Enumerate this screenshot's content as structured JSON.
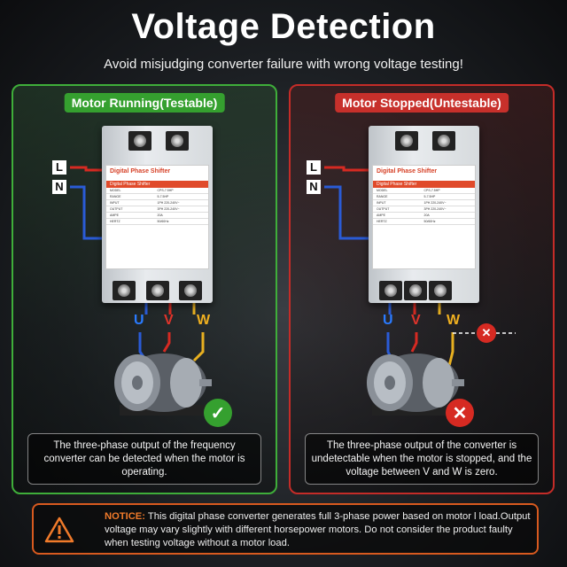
{
  "header": {
    "title": "Voltage Detection",
    "subtitle": "Avoid misjudging converter failure with wrong voltage testing!"
  },
  "panels": [
    {
      "badge": "Motor Running(Testable)",
      "badge_color": "#35a02f",
      "description": "The three-phase output of the frequency converter can be detected when the motor is operating.",
      "status": "check-icon"
    },
    {
      "badge": "Motor Stopped(Untestable)",
      "badge_color": "#c7302b",
      "description": "The three-phase output of the converter is undetectable when the motor is stopped, and the voltage between V and W is zero.",
      "status": "cross-icon"
    }
  ],
  "device": {
    "title": "Digital Phase Shifter",
    "band": "Digital Phase Shifter",
    "rows": [
      [
        "MODEL",
        "CPS-7.5HP"
      ],
      [
        "RANGE",
        "5-7.5HP"
      ],
      [
        "INPUT",
        "1PH 220-240V~"
      ],
      [
        "OUTPUT",
        "3PH 220-240V~"
      ],
      [
        "AMPE",
        "20A"
      ],
      [
        "HERTZ",
        "50/60Hz"
      ]
    ]
  },
  "input_labels": {
    "l": "L",
    "n": "N"
  },
  "output_labels": {
    "u": "U",
    "v": "V",
    "w": "W"
  },
  "notice": {
    "label": "NOTICE:",
    "text": " This digital phase converter generates full 3-phase power based on motor l load.Output voltage may vary slightly with different horsepower motors. Do not consider the product faulty when testing voltage without a motor load."
  },
  "colors": {
    "green": "#35a02f",
    "red": "#c7302b",
    "orange": "#d85a1f",
    "wire_red": "#d62a22",
    "wire_blue": "#2a5bd6",
    "wire_yellow": "#e8b020"
  }
}
